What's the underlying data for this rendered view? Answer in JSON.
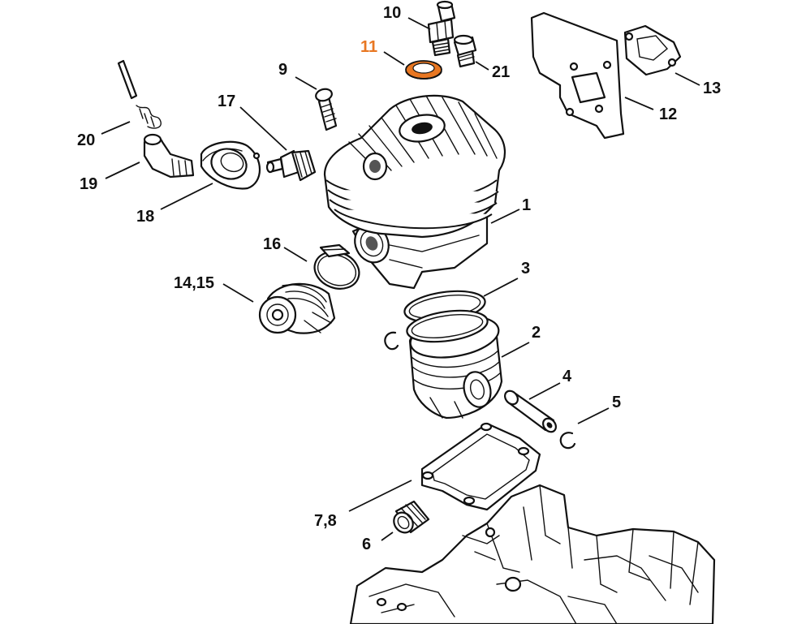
{
  "highlight_color": "#e87722",
  "callouts": {
    "p1": "1",
    "p2": "2",
    "p3": "3",
    "p4": "4",
    "p5": "5",
    "p6": "6",
    "p7_8": "7,8",
    "p9": "9",
    "p10": "10",
    "p11": "11",
    "p12": "12",
    "p13": "13",
    "p14_15": "14,15",
    "p16": "16",
    "p17": "17",
    "p18": "18",
    "p19": "19",
    "p20": "20",
    "p21": "21"
  }
}
